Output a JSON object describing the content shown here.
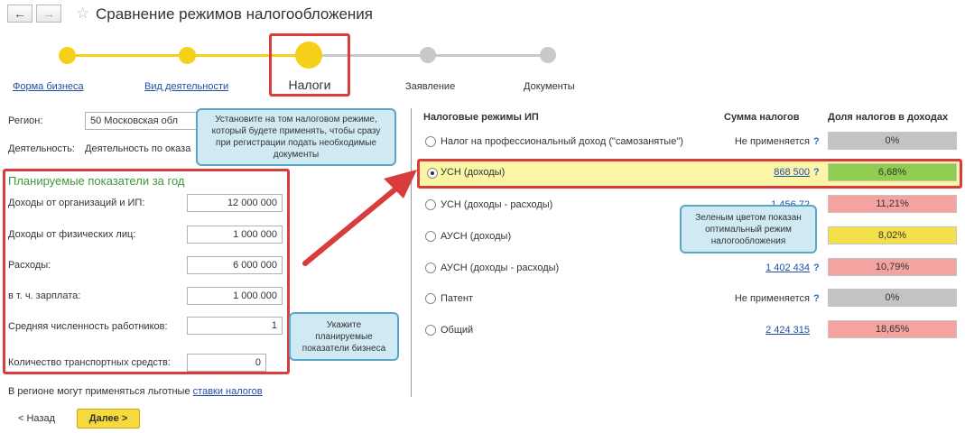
{
  "window": {
    "title": "Сравнение режимов налогообложения"
  },
  "nav": {
    "back_symbol": "←",
    "forward_symbol": "→",
    "star_symbol": "☆"
  },
  "steps": [
    {
      "label": "Форма бизнеса",
      "state": "done"
    },
    {
      "label": "Вид деятельности",
      "state": "done"
    },
    {
      "label": "Налоги",
      "state": "current"
    },
    {
      "label": "Заявление",
      "state": "todo"
    },
    {
      "label": "Документы",
      "state": "todo"
    }
  ],
  "region": {
    "label": "Регион:",
    "value": "50 Московская обл"
  },
  "activity": {
    "label": "Деятельность:",
    "value": "Деятельность по оказа"
  },
  "planned": {
    "title": "Планируемые показатели за год",
    "income_orgs": {
      "label": "Доходы от организаций и ИП:",
      "value": "12 000 000"
    },
    "income_persons": {
      "label": "Доходы от физических лиц:",
      "value": "1 000 000"
    },
    "expenses": {
      "label": "Расходы:",
      "value": "6 000 000"
    },
    "salary": {
      "label": "в т. ч. зарплата:",
      "value": "1 000 000"
    },
    "employees": {
      "label": "Средняя численность работников:",
      "value": "1"
    },
    "vehicles": {
      "label": "Количество транспортных средств:",
      "value": "0"
    }
  },
  "footer_note": {
    "text": "В регионе могут применяться льготные",
    "link": "ставки налогов"
  },
  "buttons": {
    "back": "< Назад",
    "next": "Далее >"
  },
  "table": {
    "col_regime": "Налоговые режимы ИП",
    "col_sum": "Сумма налогов",
    "col_share": "Доля налогов в доходах",
    "rows": [
      {
        "name": "Налог на профессиональный доход (\"самозанятые\")",
        "sum": "Не применяется",
        "share": "0%",
        "share_color": "#c3c3c3",
        "selected": false
      },
      {
        "name": "УСН (доходы)",
        "sum": "868 500",
        "share": "6,68%",
        "share_color": "#8fcc4f",
        "selected": true
      },
      {
        "name": "УСН (доходы - расходы)",
        "sum": "1 456 72",
        "share": "11,21%",
        "share_color": "#f4a3a0",
        "selected": false
      },
      {
        "name": "АУСН (доходы)",
        "sum": "",
        "share": "8,02%",
        "share_color": "#f3e04a",
        "selected": false
      },
      {
        "name": "АУСН (доходы - расходы)",
        "sum": "1 402 434",
        "share": "10,79%",
        "share_color": "#f4a3a0",
        "selected": false
      },
      {
        "name": "Патент",
        "sum": "Не применяется",
        "share": "0%",
        "share_color": "#c3c3c3",
        "selected": false
      },
      {
        "name": "Общий",
        "sum": "2 424 315",
        "share": "18,65%",
        "share_color": "#f4a3a0",
        "selected": false
      }
    ]
  },
  "callouts": {
    "top": "Установите на том налоговом режиме, который будете применять, чтобы сразу при регистрации подать необходимые документы",
    "green": "Зеленым цветом показан оптимальный режим налогообложения",
    "left": "Укажите планируемые показатели бизнеса"
  },
  "colors": {
    "red_outline": "#d93c3c",
    "accent_yellow": "#f6d93a",
    "callout_bg": "#cfeaf3",
    "link": "#1f4fa8"
  }
}
